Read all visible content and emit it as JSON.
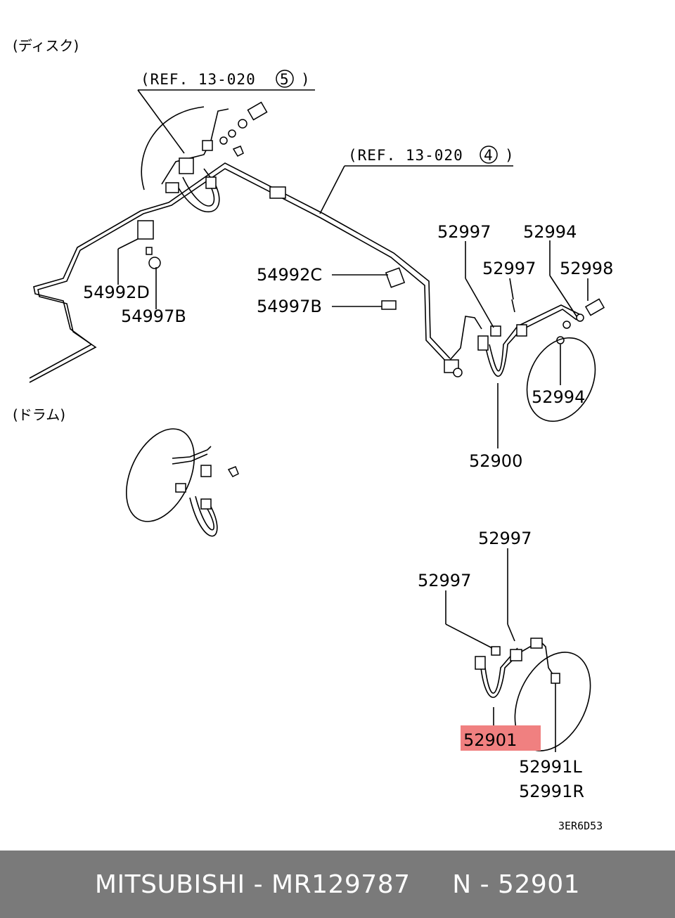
{
  "sections": {
    "disk": "(ディスク)",
    "drum": "(ドラム)"
  },
  "refs": {
    "ref5": "(REF. 13-020",
    "ref5_num": "5",
    "ref4": "(REF. 13-020",
    "ref4_num": "4",
    "close": ")"
  },
  "labels": {
    "p54992D": "54992D",
    "p54997B_left": "54997B",
    "p54992C": "54992C",
    "p54997B_mid": "54997B",
    "p52997_a": "52997",
    "p52994_a": "52994",
    "p52997_b": "52997",
    "p52998": "52998",
    "p52994_b": "52994",
    "p52900": "52900",
    "p52997_c": "52997",
    "p52997_d": "52997",
    "p52901": "52901",
    "p52991L": "52991L",
    "p52991R": "52991R"
  },
  "highlight": {
    "part": "52901",
    "color": "#f08080"
  },
  "diagram_code": "3ER6D53",
  "footer": {
    "brand": "MITSUBISHI - MR129787",
    "ref": "N - 52901"
  }
}
